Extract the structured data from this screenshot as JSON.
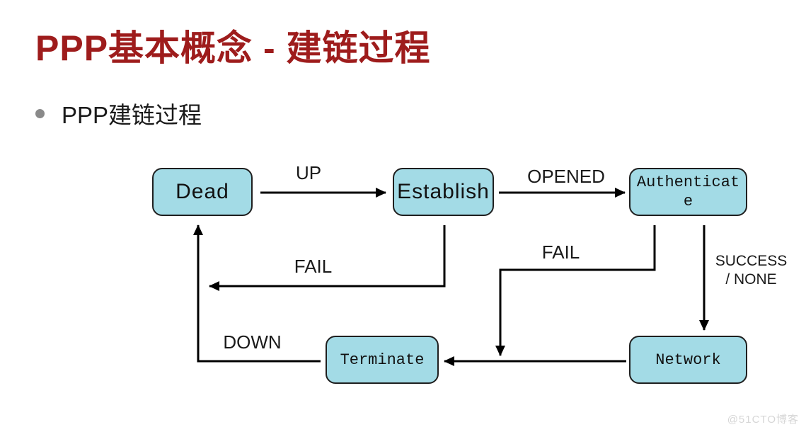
{
  "page": {
    "title": "PPP基本概念 - 建链过程",
    "bullet_text": "PPP建链过程",
    "watermark": "@51CTO博客"
  },
  "colors": {
    "title_text": "#9e1c1c",
    "state_fill": "#a3dbe6",
    "state_border": "#1f1f1f",
    "arrow": "#000000",
    "bullet_dot": "#8a8a8a",
    "watermark_text": "#d6d6d6",
    "background": "#ffffff"
  },
  "diagram": {
    "type": "state-transition-diagram",
    "states": [
      {
        "id": "dead",
        "label": "Dead"
      },
      {
        "id": "establish",
        "label": "Establish"
      },
      {
        "id": "authenticate",
        "label": "Authenticate",
        "line1": "Authenticat",
        "line2": "e"
      },
      {
        "id": "terminate",
        "label": "Terminate"
      },
      {
        "id": "network",
        "label": "Network"
      }
    ],
    "transitions": [
      {
        "from": "dead",
        "to": "establish",
        "label": "UP"
      },
      {
        "from": "establish",
        "to": "authenticate",
        "label": "OPENED"
      },
      {
        "from": "establish",
        "to": "dead",
        "label": "FAIL"
      },
      {
        "from": "authenticate",
        "to": "terminate",
        "label": "FAIL"
      },
      {
        "from": "authenticate",
        "to": "network",
        "label": "SUCCESS / NONE",
        "label_line1": "SUCCESS",
        "label_line2": "/ NONE"
      },
      {
        "from": "network",
        "to": "terminate",
        "label": ""
      },
      {
        "from": "terminate",
        "to": "dead",
        "label": "DOWN"
      }
    ]
  }
}
